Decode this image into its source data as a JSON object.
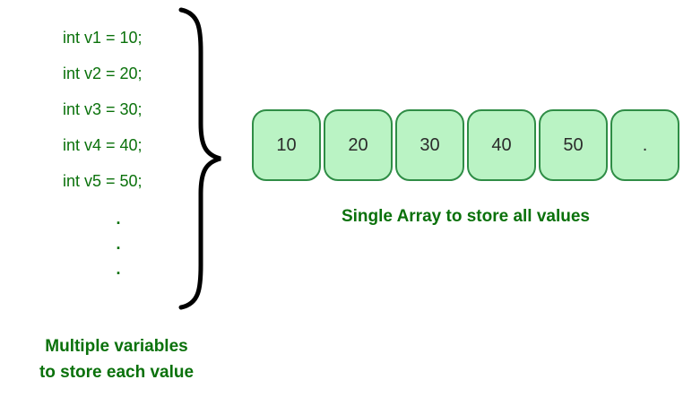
{
  "variables": {
    "lines": [
      "int v1 = 10;",
      "int v2 = 20;",
      "int v3 = 30;",
      "int v4 = 40;",
      "int v5 = 50;"
    ],
    "ellipsis": [
      ".",
      ".",
      "."
    ],
    "caption_line1": "Multiple variables",
    "caption_line2": "to store each value"
  },
  "array": {
    "cells": [
      "10",
      "20",
      "30",
      "40",
      "50",
      "."
    ],
    "caption": "Single Array to store all values"
  },
  "colors": {
    "text_green": "#0a710b",
    "cell_fill": "#baf3c4",
    "cell_border": "#2f8d46",
    "cell_text": "#2b2b2b",
    "brace": "#000000"
  }
}
